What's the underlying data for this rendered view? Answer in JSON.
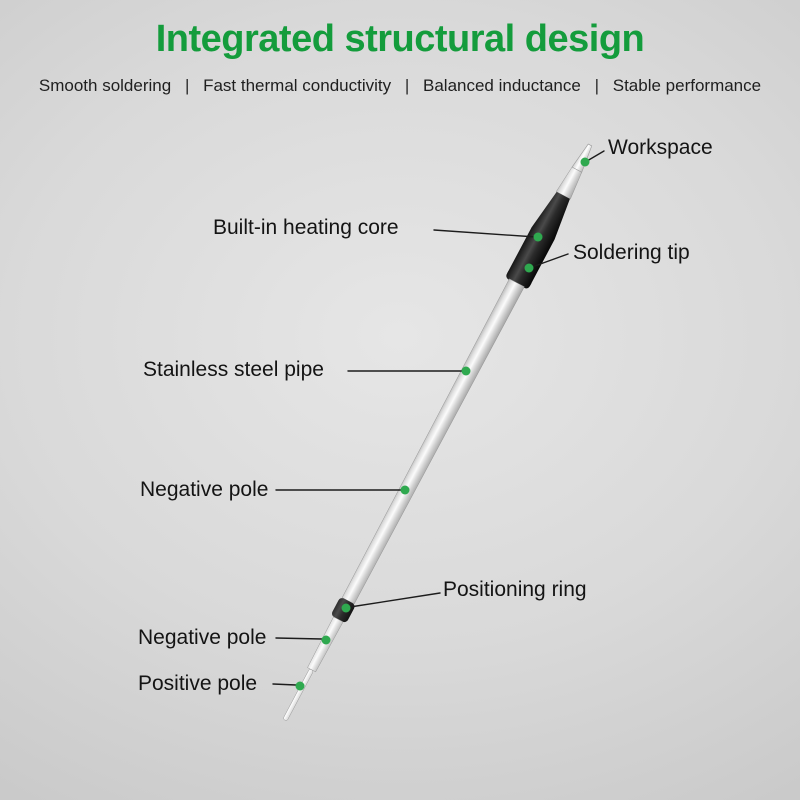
{
  "page": {
    "background_color": "#d9d9d9",
    "accent_green": "#149c3c",
    "callout_dot_color": "#2fa94f",
    "text_color": "#1b1b1b"
  },
  "header": {
    "title": "Integrated structural design",
    "separator": "|",
    "features": [
      "Smooth soldering",
      "Fast thermal conductivity",
      "Balanced inductance",
      "Stable performance"
    ]
  },
  "callouts": [
    {
      "id": "workspace",
      "text": "Workspace"
    },
    {
      "id": "built-in-heating-core",
      "text": "Built-in heating core"
    },
    {
      "id": "soldering-tip",
      "text": "Soldering tip"
    },
    {
      "id": "stainless-steel-pipe",
      "text": "Stainless steel pipe"
    },
    {
      "id": "negative-pole-upper",
      "text": "Negative pole"
    },
    {
      "id": "positioning-ring",
      "text": "Positioning ring"
    },
    {
      "id": "negative-pole-lower",
      "text": "Negative pole"
    },
    {
      "id": "positive-pole",
      "text": "Positive pole"
    }
  ],
  "diagram": {
    "subject": "soldering-iron-tip-cartridge",
    "parts": [
      "workspace-tip",
      "heating-core-sleeve",
      "stainless-steel-pipe",
      "positioning-ring",
      "negative-pole-tube",
      "positive-pole-pin"
    ]
  }
}
